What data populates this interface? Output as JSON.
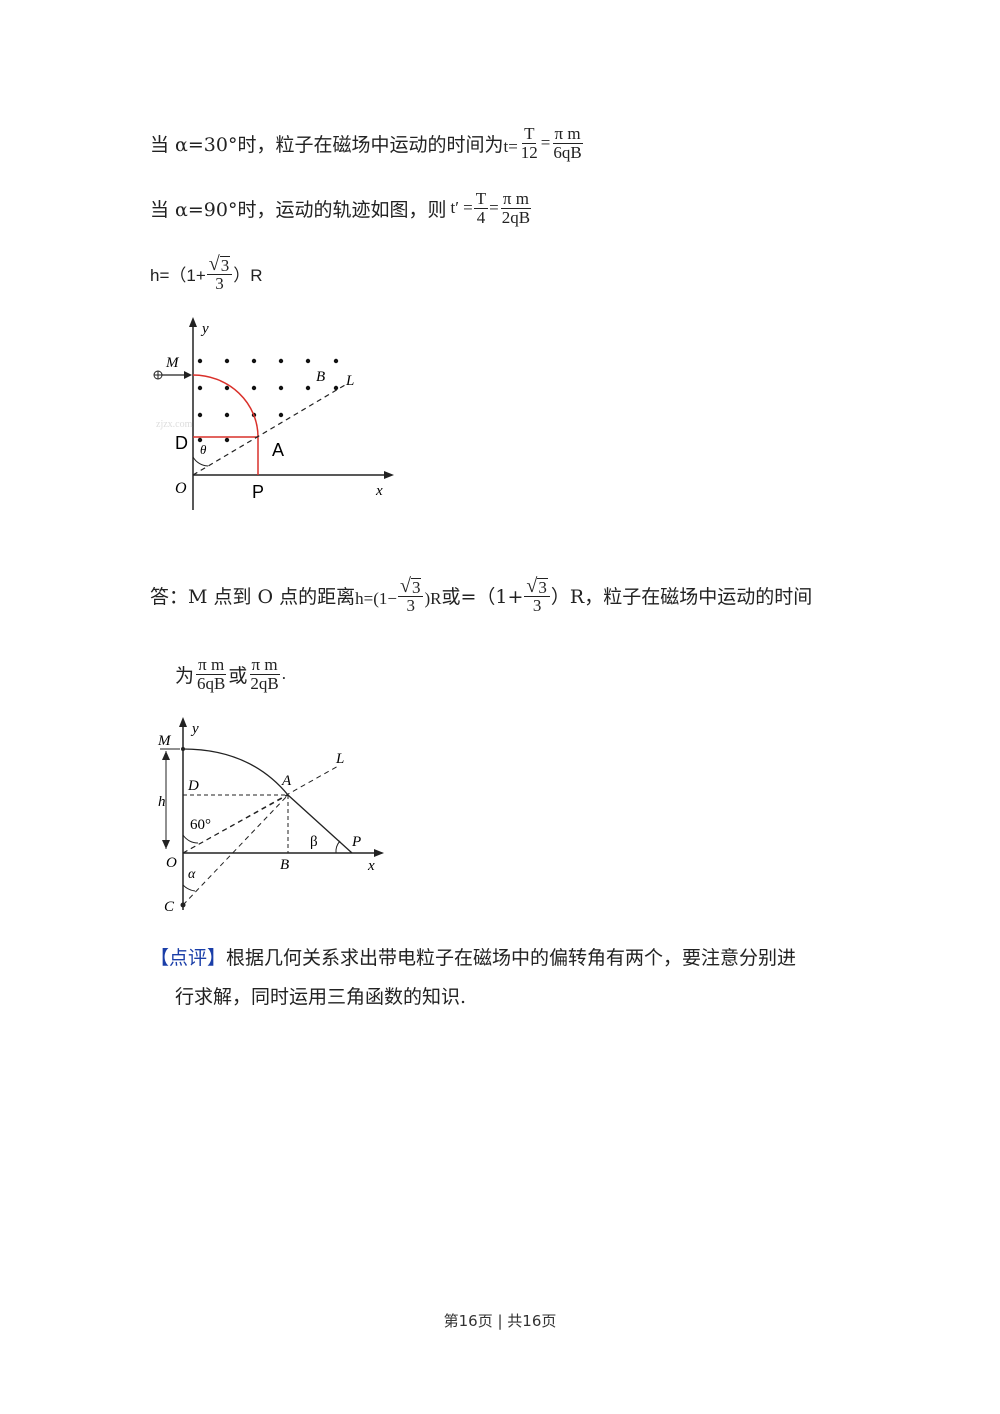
{
  "line1": {
    "text": "当 α=30°时，粒子在磁场中运动的时间为",
    "var": "t=",
    "frac1_num": "T",
    "frac1_den": "12",
    "eq": "=",
    "frac2_num": "π m",
    "frac2_den": "6qB"
  },
  "line2": {
    "text": "当 α=90°时，运动的轨迹如图，则",
    "var": "t′ =",
    "frac1_num": "T",
    "frac1_den": "4",
    "eq": "=",
    "frac2_num": "π m",
    "frac2_den": "2qB"
  },
  "line3": {
    "prefix": "h=（1+",
    "sqrt": "3",
    "den": "3",
    "suffix": "）R"
  },
  "figure1": {
    "labels": {
      "y": "y",
      "x": "x",
      "M": "M",
      "B": "B",
      "L": "L",
      "D": "D",
      "A": "A",
      "O": "O",
      "P": "P",
      "theta": "θ"
    },
    "watermark": "zjzx.com"
  },
  "answer": {
    "prefix": "答：M 点到 O 点的距离",
    "h_part": "h=(1−",
    "sqrt": "3",
    "den": "3",
    "r_part": ")R",
    "or1": "或=（1+",
    "sqrt2": "3",
    "den2": "3",
    "suffix": "）R，粒子在磁场中运动的时间",
    "line2_prefix": "为",
    "f1_num": "π m",
    "f1_den": "6qB",
    "or2": "或",
    "f2_num": "π m",
    "f2_den": "2qB",
    "end": "."
  },
  "figure2": {
    "labels": {
      "y": "y",
      "x": "x",
      "M": "M",
      "L": "L",
      "D": "D",
      "A": "A",
      "h": "h",
      "angle60": "60°",
      "beta": "β",
      "P": "P",
      "O": "O",
      "B": "B",
      "alpha": "α",
      "C": "C"
    }
  },
  "comment": {
    "tag": "【点评】",
    "text1": "根据几何关系求出带电粒子在磁场中的偏转角有两个，要注意分别进",
    "text2": "行求解，同时运用三角函数的知识."
  },
  "footer": {
    "text": "第16页  | 共16页"
  }
}
